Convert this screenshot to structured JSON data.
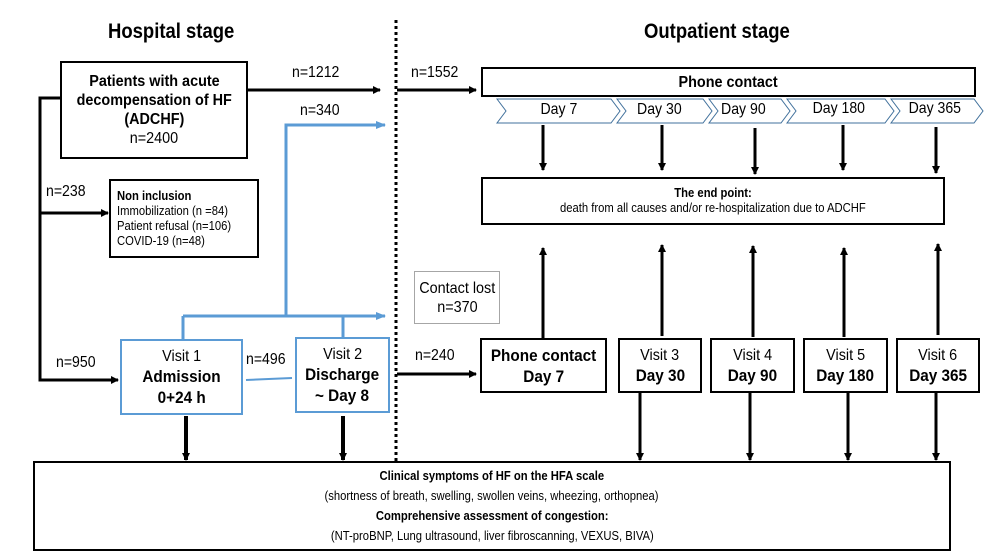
{
  "stages": {
    "hospital": "Hospital stage",
    "outpatient": "Outpatient stage"
  },
  "colors": {
    "line": "#000000",
    "blue": "#5b9bd5",
    "gray_border": "#a6a6a6"
  },
  "hospital": {
    "patients_box": {
      "line1": "Patients with acute",
      "line2": "decompensation of HF",
      "line3": "(ADCHF)",
      "count": "n=2400"
    },
    "non_inclusion": {
      "title": "Non inclusion",
      "items": [
        "Immobilization (n =84)",
        "Patient refusal (n=106)",
        "COVID-19 (n=48)"
      ]
    },
    "visit1": {
      "title": "Visit 1",
      "line2": "Admission",
      "line3": "0+24 h"
    },
    "visit2": {
      "title": "Visit 2",
      "line2": "Discharge",
      "line3": "~ Day 8"
    }
  },
  "flows": {
    "to_phone": "n=1212",
    "phone_total": "n=1552",
    "blue_to_phone": "n=340",
    "non_inclusion": "n=238",
    "to_visit1": "n=950",
    "visit1_to_visit2": "n=496",
    "to_outpatient_visits": "n=240"
  },
  "outpatient": {
    "phone_contact_title": "Phone contact",
    "phone_days": [
      "Day 7",
      "Day 30",
      "Day 90",
      "Day 180",
      "Day 365"
    ],
    "endpoint": {
      "title": "The end point:",
      "text": "death from all causes and/or re-hospitalization due to ADCHF"
    },
    "contact_lost": {
      "line1": "Contact lost",
      "line2": "n=370"
    },
    "visits": [
      {
        "title": "Phone contact",
        "day": "Day 7"
      },
      {
        "title": "Visit 3",
        "day": "Day 30"
      },
      {
        "title": "Visit 4",
        "day": "Day 90"
      },
      {
        "title": "Visit 5",
        "day": "Day 180"
      },
      {
        "title": "Visit 6",
        "day": "Day 365"
      }
    ]
  },
  "assessment": {
    "title1": "Clinical symptoms of HF on the HFA scale",
    "text1": "(shortness of breath, swelling, swollen veins, wheezing, orthopnea)",
    "title2": "Comprehensive assessment of congestion:",
    "text2": "(NT-proBNP, Lung ultrasound, liver fibroscanning, VEXUS, BIVA)"
  }
}
